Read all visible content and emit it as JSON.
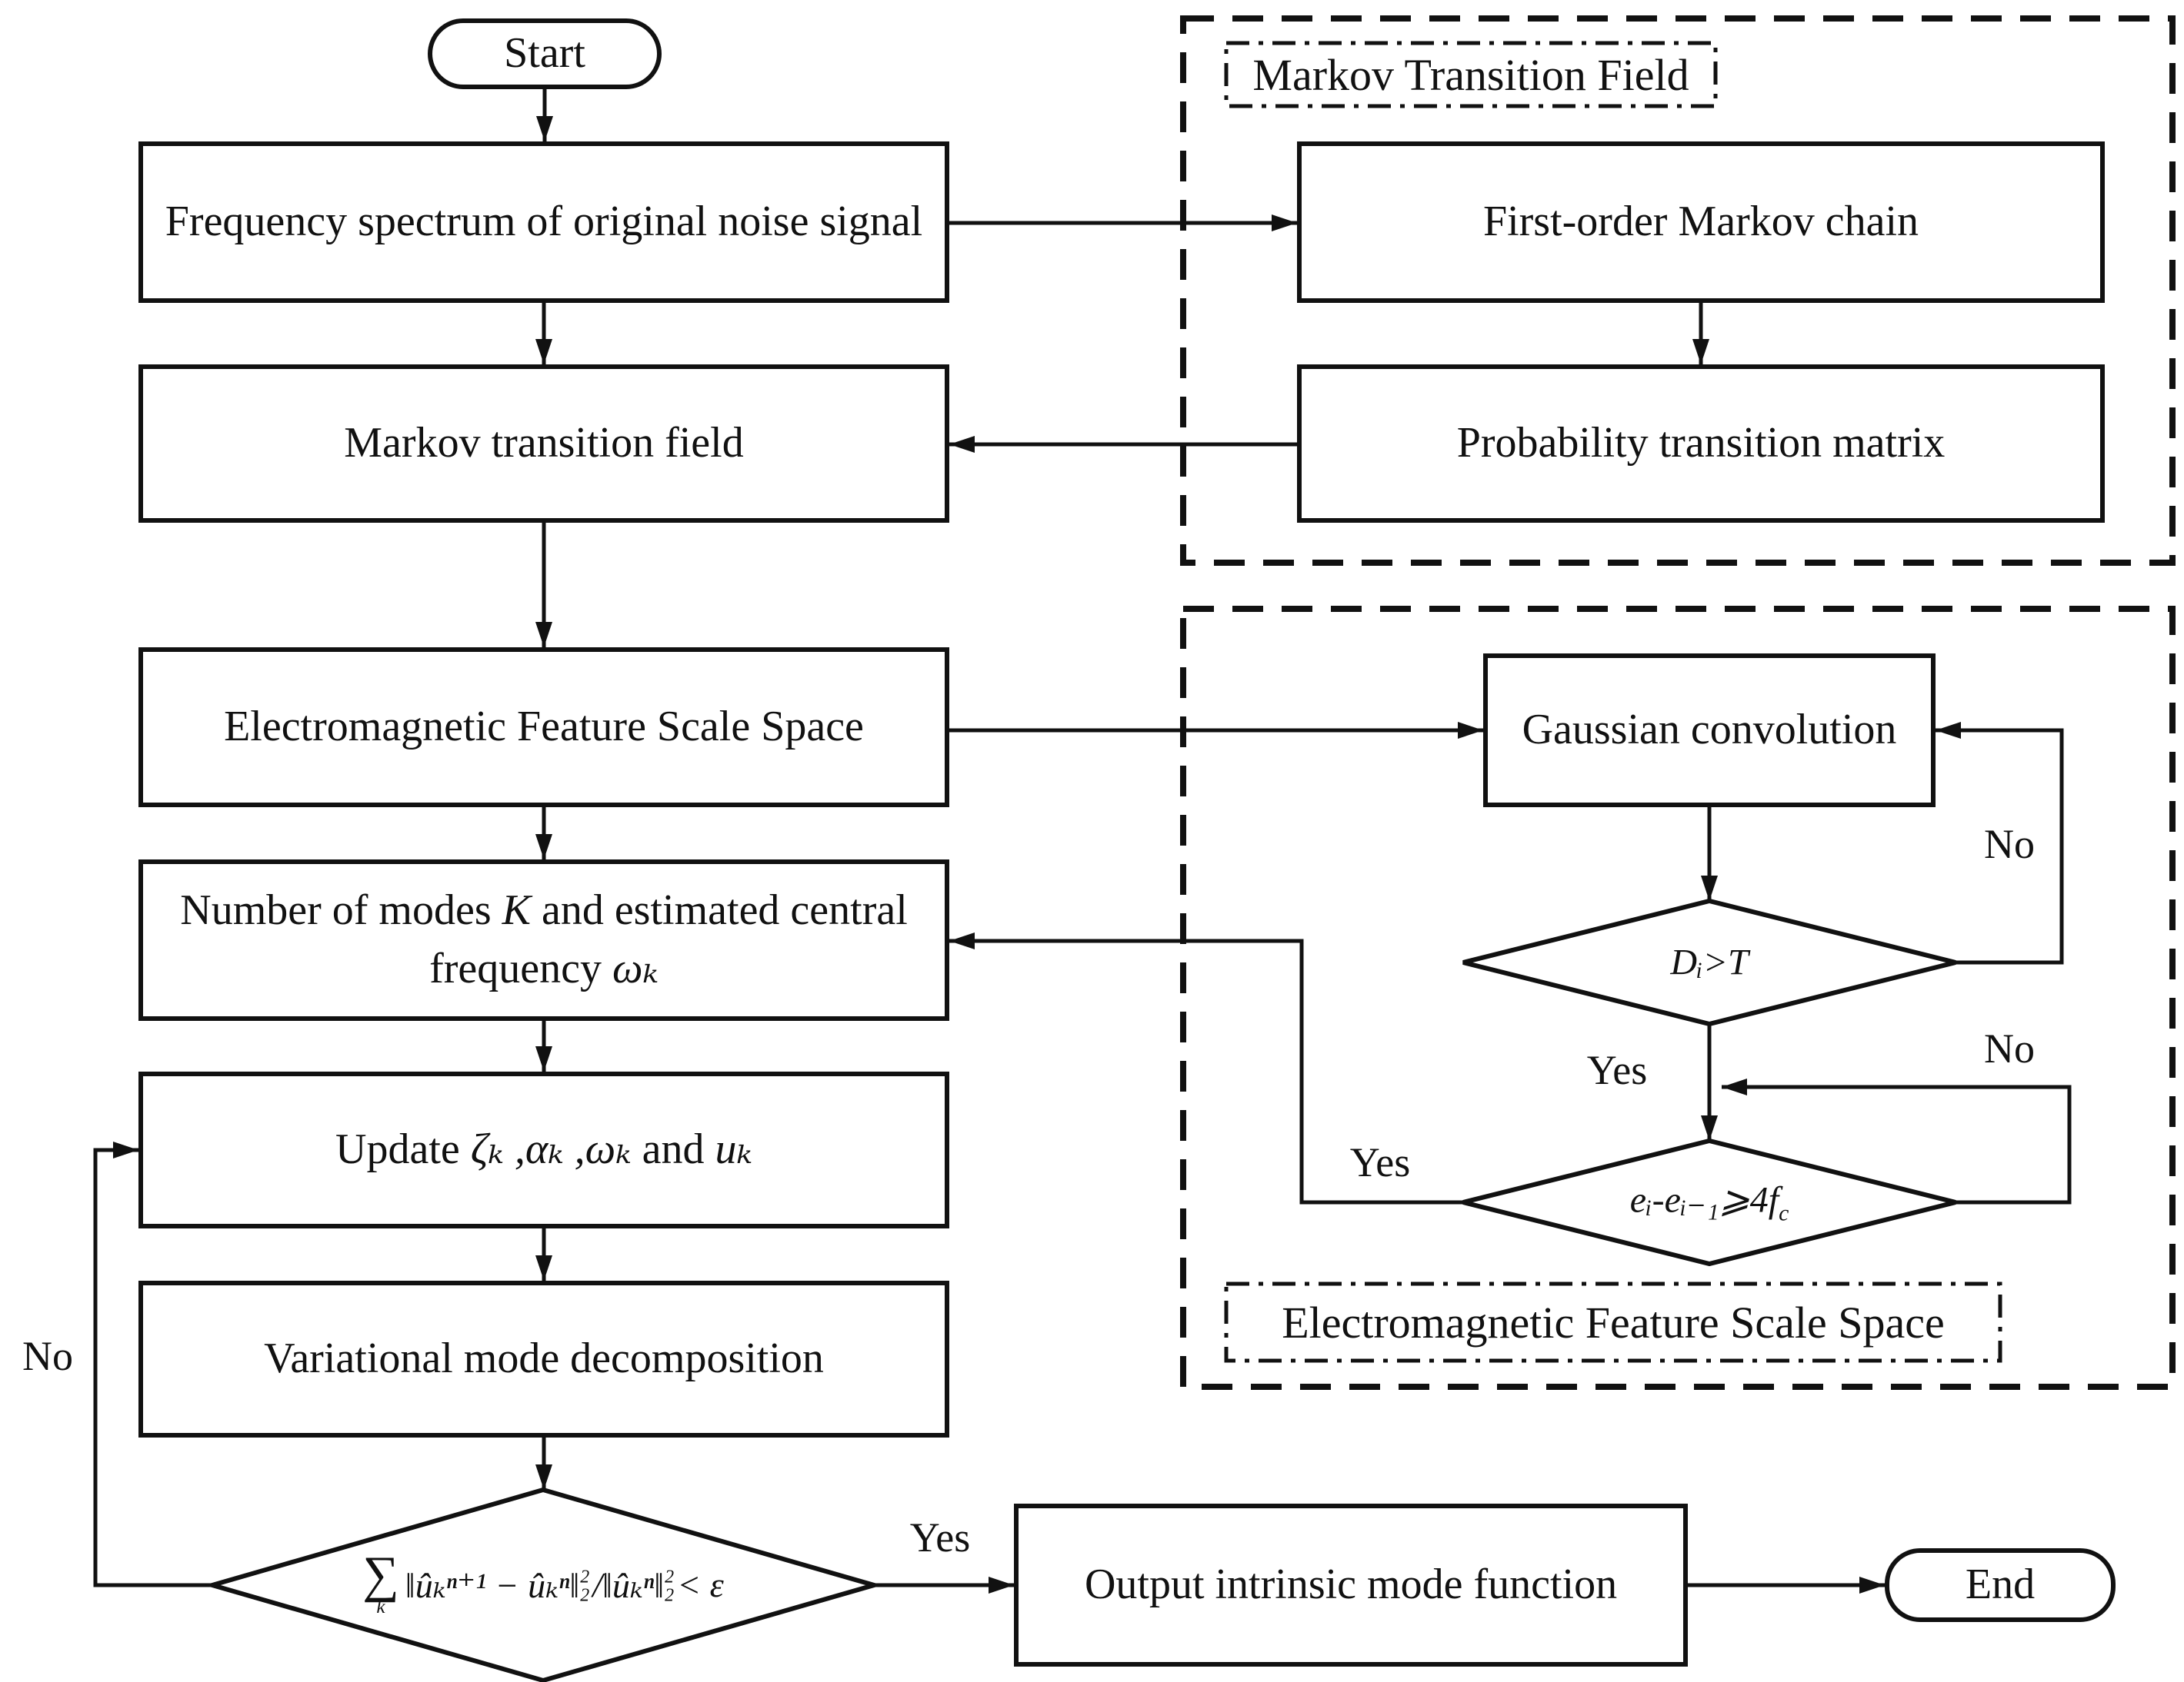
{
  "flowchart": {
    "nodes": {
      "start": "Start",
      "freq_spectrum": "Frequency spectrum of original noise signal",
      "markov_field": "Markov transition field",
      "efss": "Electromagnetic Feature Scale Space",
      "modes": {
        "p1": "Number of modes ",
        "k": "K",
        "p2": " and estimated central frequency ",
        "wk": "ωₖ"
      },
      "update": {
        "p1": "Update ",
        "vars": "ζₖ ,αₖ ,ωₖ",
        "p2": " and ",
        "uk": "uₖ"
      },
      "vmd": "Variational mode decomposition",
      "convergence": {
        "sigma": "∑",
        "sigma_sub": "k",
        "term1": "‖ûₖⁿ⁺¹ − ûₖⁿ‖",
        "sup2": "2",
        "sub2": "2",
        "slash": "/",
        "term2": "‖ûₖⁿ‖",
        "tail": "< ε"
      },
      "output": "Output intrinsic mode function",
      "end": "End",
      "first_order": "First-order Markov chain",
      "prob_matrix": "Probability transition matrix",
      "gaussian": "Gaussian convolution",
      "d_threshold": "Dᵢ>T",
      "e_condition": {
        "main": "eᵢ-eᵢ₋₁⩾4f",
        "sub": "c"
      }
    },
    "containers": {
      "mtf_label": "Markov Transition Field",
      "efss_label": "Electromagnetic Feature Scale Space"
    },
    "edge_labels": {
      "yes_d_threshold": "Yes",
      "no_d_threshold": "No",
      "yes_e_condition": "Yes",
      "no_e_condition": "No",
      "yes_convergence": "Yes",
      "no_convergence": "No"
    },
    "colors": {
      "line": "#111111",
      "background": "#ffffff"
    }
  }
}
